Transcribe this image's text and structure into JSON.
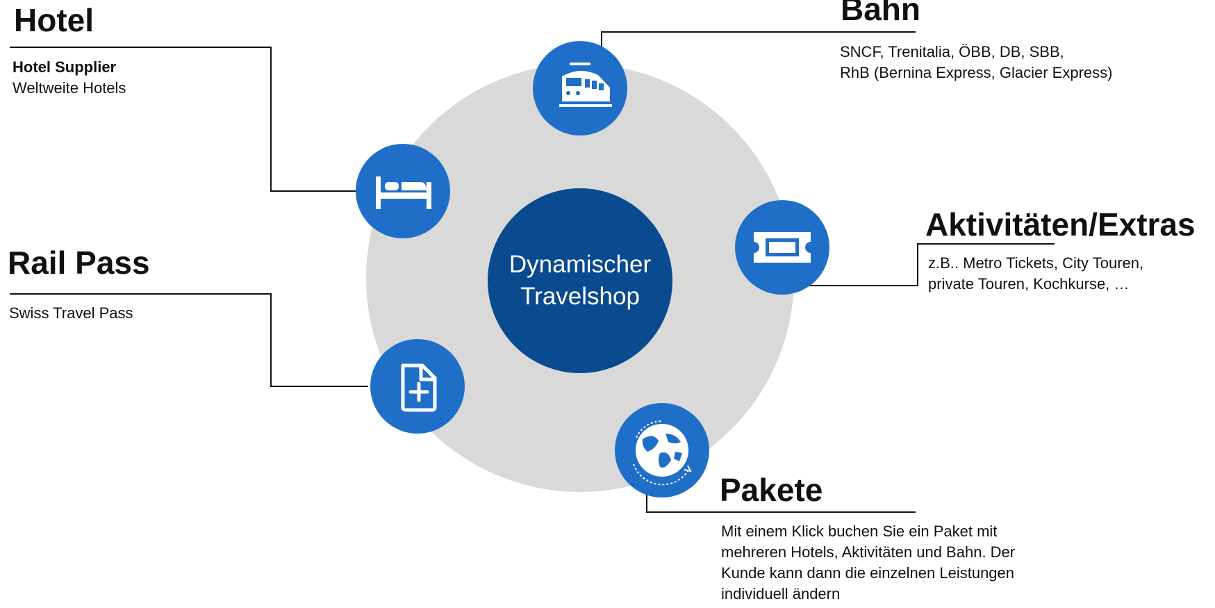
{
  "colors": {
    "ring_background": "#d9d9d9",
    "center_circle": "#0a4a8f",
    "node_circle": "#1f6fc8",
    "connector_line": "#111111",
    "icon_color": "#ffffff"
  },
  "center": {
    "line1": "Dynamischer",
    "line2": "Travelshop"
  },
  "nodes": {
    "bahn": {
      "title": "Bahn",
      "icon": "train-icon",
      "lines": [
        "SNCF, Trenitalia, ÖBB, DB, SBB,",
        "RhB (Bernina Express, Glacier Express)"
      ]
    },
    "hotel": {
      "title": "Hotel",
      "icon": "bed-icon",
      "subtitle": "Hotel Supplier",
      "lines": [
        "Weltweite Hotels"
      ]
    },
    "aktivitaeten": {
      "title": "Aktivitäten/Extras",
      "icon": "ticket-icon",
      "lines": [
        "z.B.. Metro Tickets, City Touren,",
        "private Touren, Kochkurse, …"
      ]
    },
    "railpass": {
      "title": "Rail Pass",
      "icon": "document-plus-icon",
      "lines": [
        "Swiss Travel Pass"
      ]
    },
    "pakete": {
      "title": "Pakete",
      "icon": "globe-icon",
      "lines": [
        "Mit einem Klick buchen Sie ein Paket mit",
        "mehreren Hotels, Aktivitäten und Bahn. Der",
        "Kunde kann dann die einzelnen Leistungen",
        "individuell ändern"
      ]
    }
  }
}
